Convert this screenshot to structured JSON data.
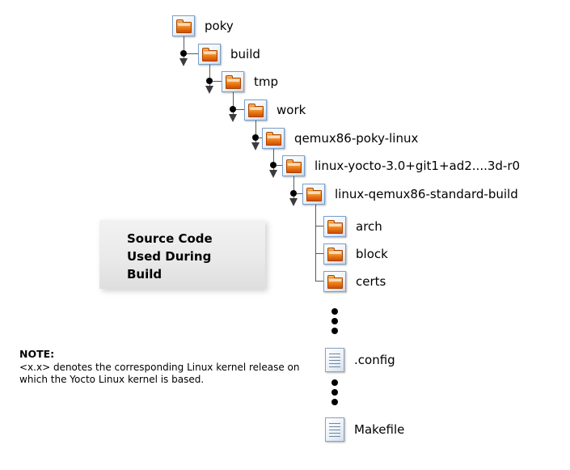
{
  "diagram": {
    "nodes": [
      {
        "label": "poky",
        "type": "folder"
      },
      {
        "label": "build",
        "type": "folder"
      },
      {
        "label": "tmp",
        "type": "folder"
      },
      {
        "label": "work",
        "type": "folder"
      },
      {
        "label": "qemux86-poky-linux",
        "type": "folder"
      },
      {
        "label": "linux-yocto-3.0+git1+ad2....3d-r0",
        "type": "folder"
      },
      {
        "label": "linux-qemux86-standard-build",
        "type": "folder"
      },
      {
        "label": "arch",
        "type": "folder"
      },
      {
        "label": "block",
        "type": "folder"
      },
      {
        "label": "certs",
        "type": "folder"
      },
      {
        "label": ".config",
        "type": "file"
      },
      {
        "label": "Makefile",
        "type": "file"
      }
    ],
    "callout": {
      "line1": "Source Code",
      "line2": "Used During",
      "line3": "Build"
    },
    "note": {
      "title": "NOTE:",
      "line1": "<x.x> denotes the corresponding Linux kernel release on",
      "line2": "which the Yocto Linux kernel is based."
    }
  }
}
